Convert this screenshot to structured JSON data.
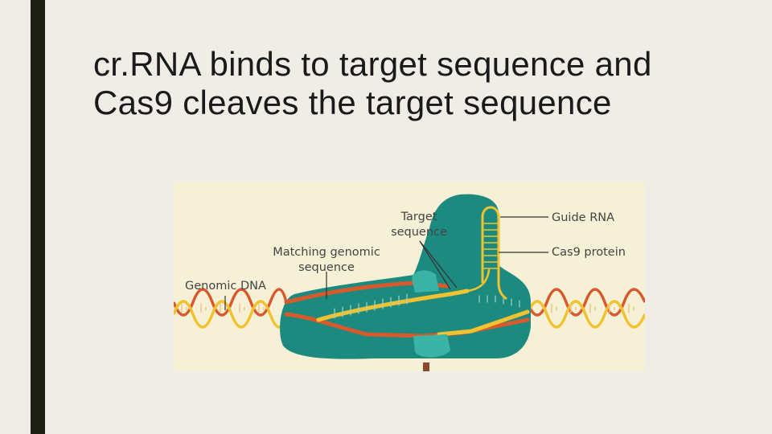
{
  "slide": {
    "title_line1": "cr.RNA binds to target sequence and",
    "title_line2": "Cas9 cleaves the target sequence"
  },
  "figure": {
    "labels": {
      "target_line1": "Target",
      "target_line2": "sequence",
      "matching_line1": "Matching genomic",
      "matching_line2": "sequence",
      "genomic_dna": "Genomic DNA",
      "guide_rna": "Guide RNA",
      "cas9_protein": "Cas9 protein"
    },
    "colors": {
      "background": "#f6f0d6",
      "cas9": "#1d8a80",
      "dna_orange": "#d85a2c",
      "rna_yellow": "#f2c230",
      "pam_teal": "#3bb3a5"
    }
  }
}
